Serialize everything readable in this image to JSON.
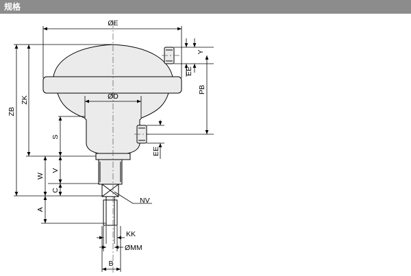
{
  "header": {
    "title": "规格"
  },
  "diagram": {
    "labels": {
      "oe": "ØE",
      "od": "ØD",
      "y": "Y",
      "ee_top": "EE",
      "pb": "PB",
      "zk": "ZK",
      "zb": "ZB",
      "s": "S",
      "ee_side": "EE",
      "v": "V",
      "w": "W",
      "c": "C",
      "a": "A",
      "nv": "NV",
      "kk": "KK",
      "omm": "ØMM",
      "b": "B"
    }
  }
}
